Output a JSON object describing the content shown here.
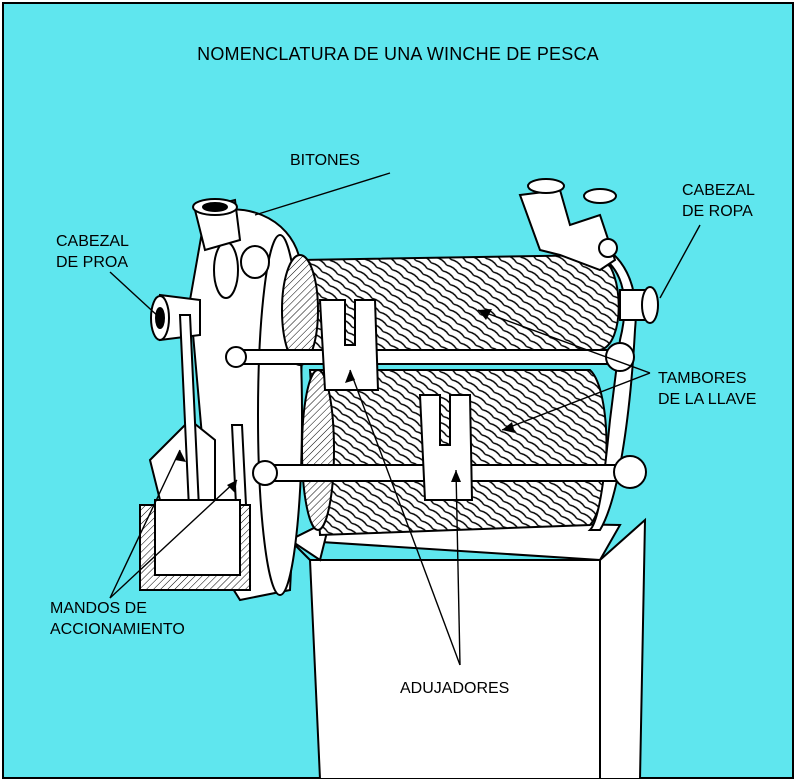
{
  "title": "NOMENCLATURA DE UNA WINCHE DE PESCA",
  "colors": {
    "background": "#5fe6ee",
    "line": "#000000",
    "paper": "#ffffff"
  },
  "labels": {
    "bitones": "BITONES",
    "cabezal_ropa": [
      "CABEZAL",
      "DE ROPA"
    ],
    "cabezal_proa": [
      "CABEZAL",
      "DE PROA"
    ],
    "tambores": [
      "TAMBORES",
      "DE LA LLAVE"
    ],
    "mandos": [
      "MANDOS DE",
      "ACCIONAMIENTO"
    ],
    "adujadores": "ADUJADORES"
  }
}
